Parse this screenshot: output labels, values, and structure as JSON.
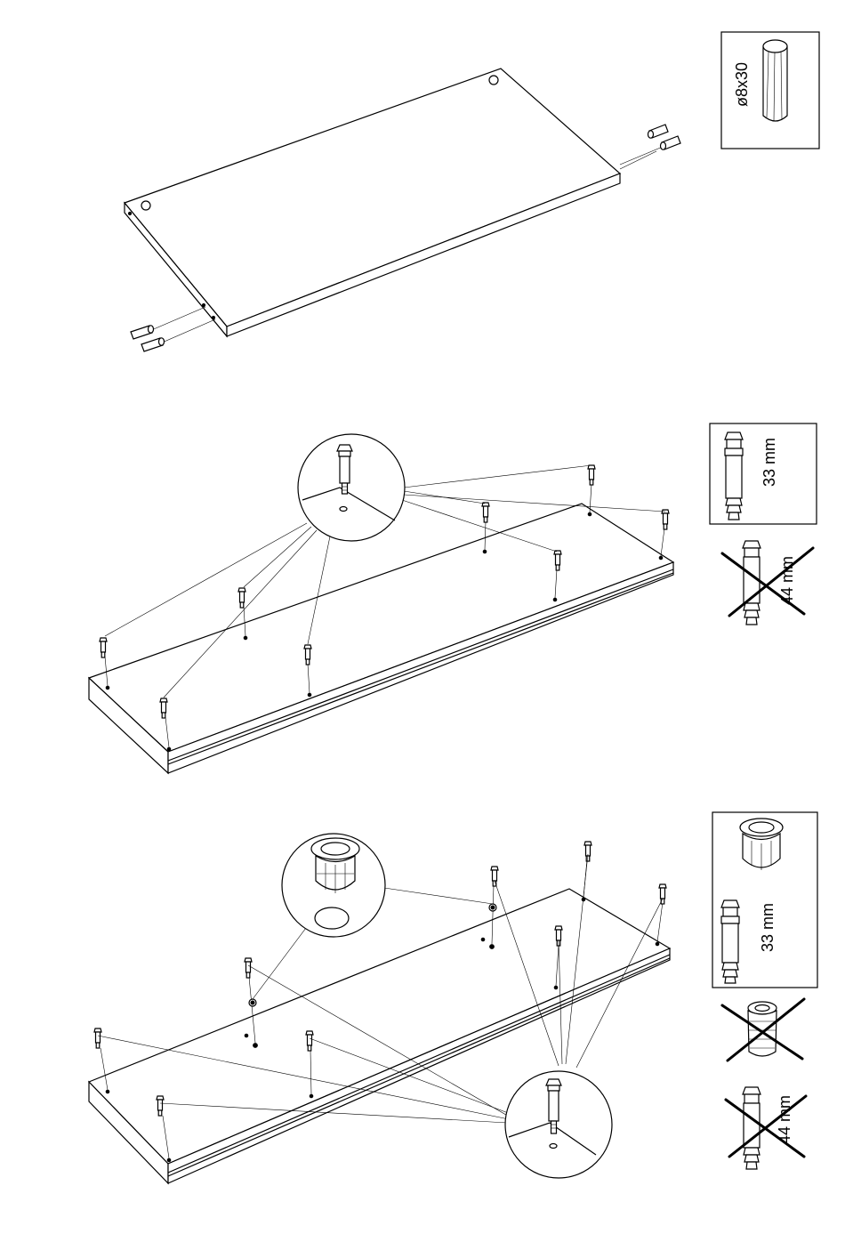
{
  "legend": {
    "dowel_label": "ø8x30",
    "cam_bolt_ok_label": "33 mm",
    "cam_bolt_wrong_label": "44 mm",
    "cam_bolt_ok_label_2": "33 mm",
    "cam_bolt_wrong_label_2": "44 mm"
  }
}
